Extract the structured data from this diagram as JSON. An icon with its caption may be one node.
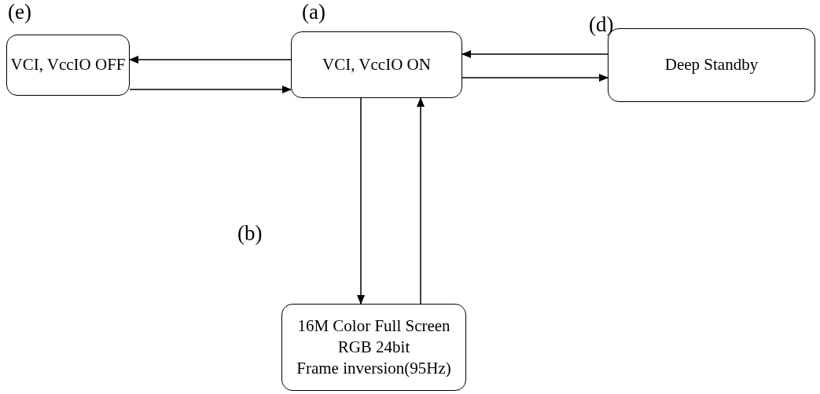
{
  "diagram": {
    "nodes": [
      {
        "text": [
          "VCI, VccIO OFF"
        ],
        "beside": [
          "(e)"
        ]
      },
      {
        "text": [
          "VCI, VccIO ON"
        ],
        "beside": [
          "(a)"
        ]
      },
      {
        "text": [
          "Deep Standby"
        ],
        "beside": [
          "(d)"
        ]
      },
      {
        "text": [
          "16M Color Full Screen",
          "RGB  24bit",
          "Frame inversion(95Hz)"
        ]
      }
    ],
    "edges": [
      {
        "from": 1,
        "to": 0,
        "arrow": "to"
      },
      {
        "from": 0,
        "to": 1,
        "arrow": "to"
      },
      {
        "from": 2,
        "to": 1,
        "arrow": "to"
      },
      {
        "from": 1,
        "to": 2,
        "arrow": "to"
      },
      {
        "from": 1,
        "to": 3,
        "arrow": "to"
      },
      {
        "from": 3,
        "to": 1,
        "arrow": "to"
      }
    ],
    "labels": [
      "(b)"
    ]
  }
}
